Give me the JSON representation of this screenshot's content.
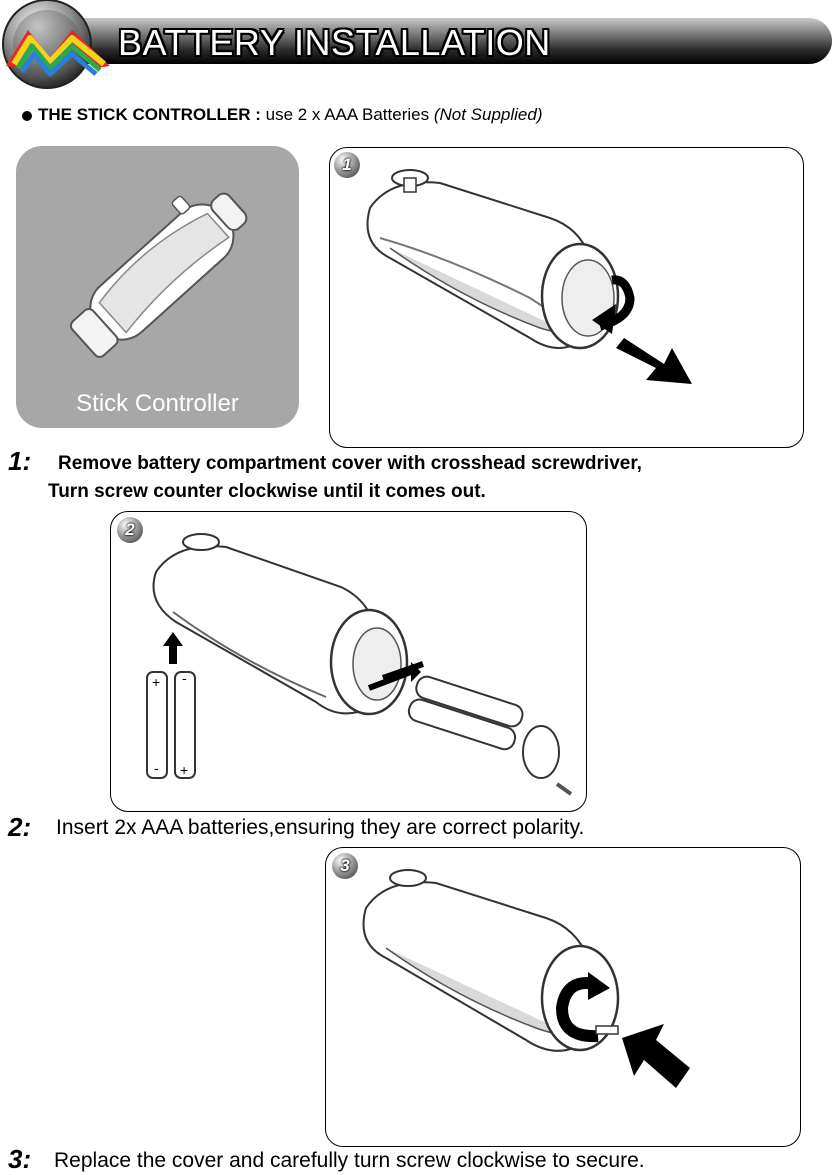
{
  "header": {
    "title": "BATTERY INSTALLATION"
  },
  "intro": {
    "label": "THE STICK CONTROLLER",
    "separator": " : ",
    "text": "use 2 x AAA Batteries ",
    "note": "(Not Supplied)"
  },
  "product_tile": {
    "label": "Stick Controller"
  },
  "steps": [
    {
      "badge": "1",
      "number": "1:",
      "line1": "Remove battery compartment cover with crosshead screwdriver,",
      "line2": "Turn screw counter clockwise until it comes out."
    },
    {
      "badge": "2",
      "number": "2:",
      "line1": "Insert 2x AAA batteries,ensuring they are correct polarity."
    },
    {
      "badge": "3",
      "number": "3:",
      "line1": "Replace the cover and carefully turn screw clockwise to secure."
    }
  ],
  "battery_marks": {
    "plus": "+",
    "minus": "-"
  },
  "colors": {
    "tile": "#a7a7a7",
    "title_bar_dark": "#000000",
    "logo_red": "#e8242b",
    "logo_yellow": "#f6d21b",
    "logo_green": "#2faa4a",
    "logo_blue": "#2a7fd8"
  }
}
